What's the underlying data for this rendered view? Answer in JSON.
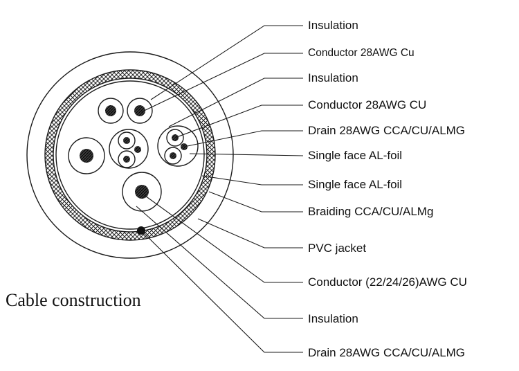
{
  "title": "Cable construction",
  "labels": [
    "Insulation",
    "Conductor 28AWG Cu",
    "Insulation",
    "Conductor 28AWG CU",
    "Drain 28AWG CCA/CU/ALMG",
    "Single face AL-foil",
    "Single face AL-foil",
    "Braiding  CCA/CU/ALMg",
    "PVC jacket",
    "Conductor (22/24/26)AWG CU",
    "Insulation",
    "Drain 28AWG CCA/CU/ALMG"
  ]
}
